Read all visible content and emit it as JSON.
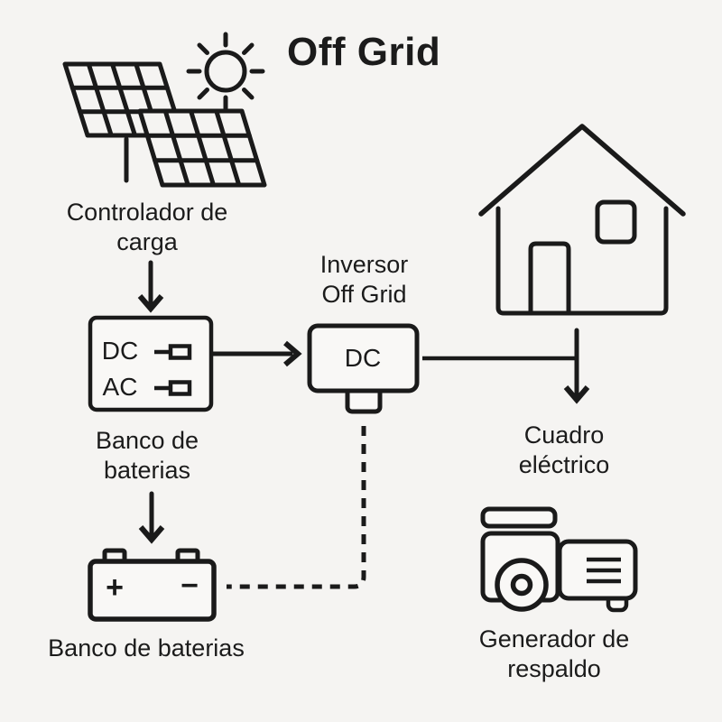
{
  "title": "Off Grid",
  "colors": {
    "background": "#f5f4f2",
    "line": "#1a1a1a",
    "text": "#1b1b1b"
  },
  "labels": {
    "charge_controller": "Controlador de carga",
    "battery_bank_box": "Banco de baterias",
    "battery_bank": "Banco de baterias",
    "inverter": "Inversor Off Grid",
    "electrical_panel": "Cuadro eléctrico",
    "backup_generator": "Generador de respaldo"
  },
  "ports": {
    "controller_dc": "DC",
    "controller_ac": "AC",
    "inverter_dc": "DC",
    "battery_positive": "+",
    "battery_negative": "−"
  },
  "icons": {
    "solar_panels": "solar-panels-icon",
    "sun": "sun-icon",
    "house": "house-icon",
    "battery": "battery-icon",
    "generator": "generator-icon"
  }
}
